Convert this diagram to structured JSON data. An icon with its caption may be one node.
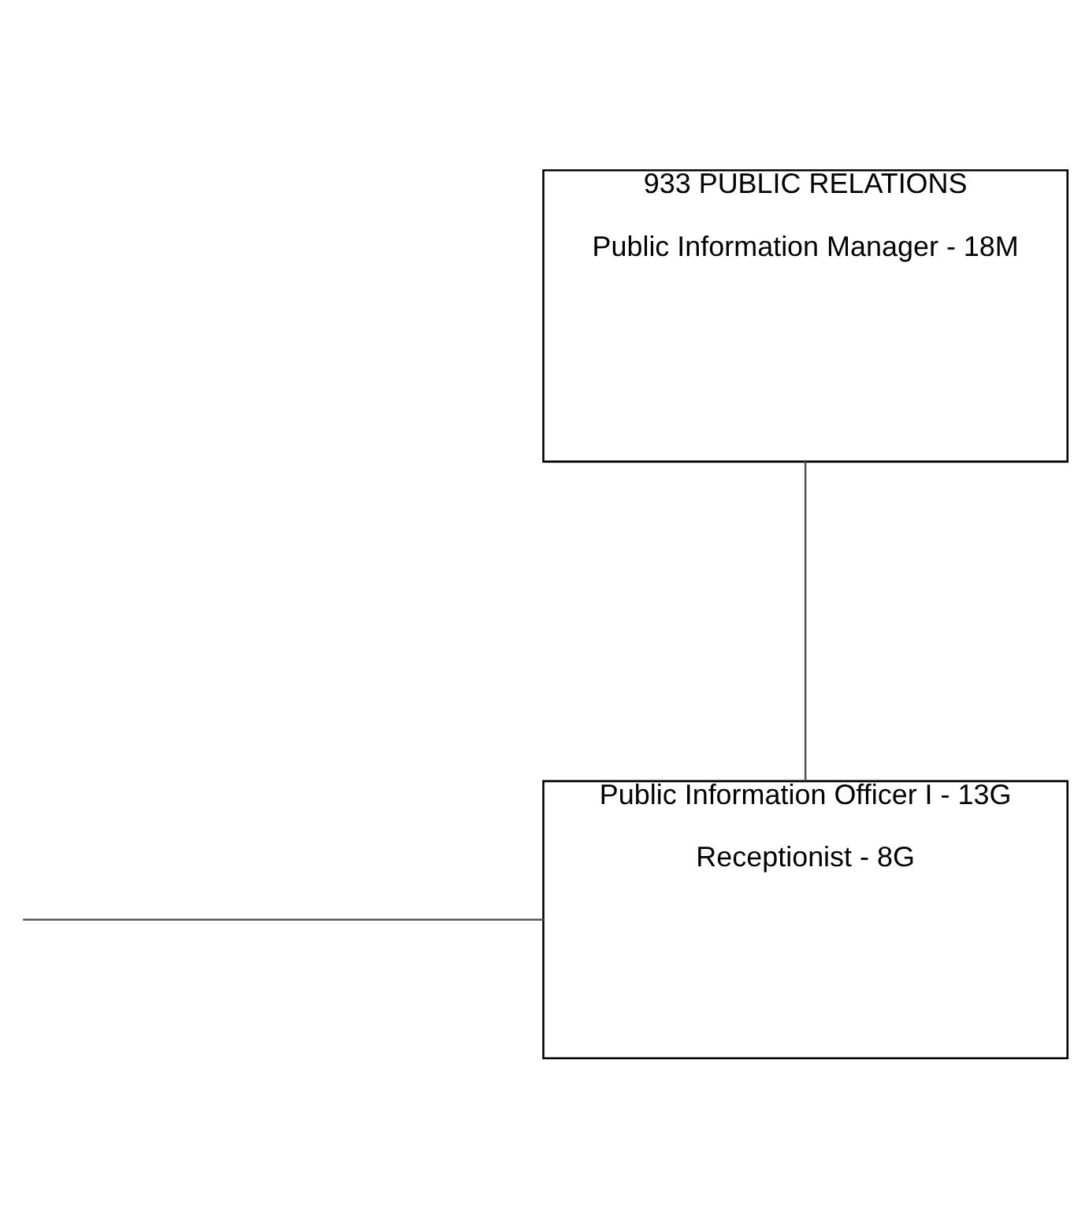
{
  "diagram": {
    "nodes": [
      {
        "text": [
          "933 PUBLIC RELATIONS",
          "Public Information Manager - 18M"
        ]
      },
      {
        "text": [
          "Public Information Officer I - 13G",
          "Receptionist - 8G"
        ]
      }
    ],
    "edges": [
      {
        "from": 0,
        "to": 1,
        "arrow": "none"
      },
      {
        "from": null,
        "to": 1,
        "arrow": "none"
      }
    ]
  }
}
